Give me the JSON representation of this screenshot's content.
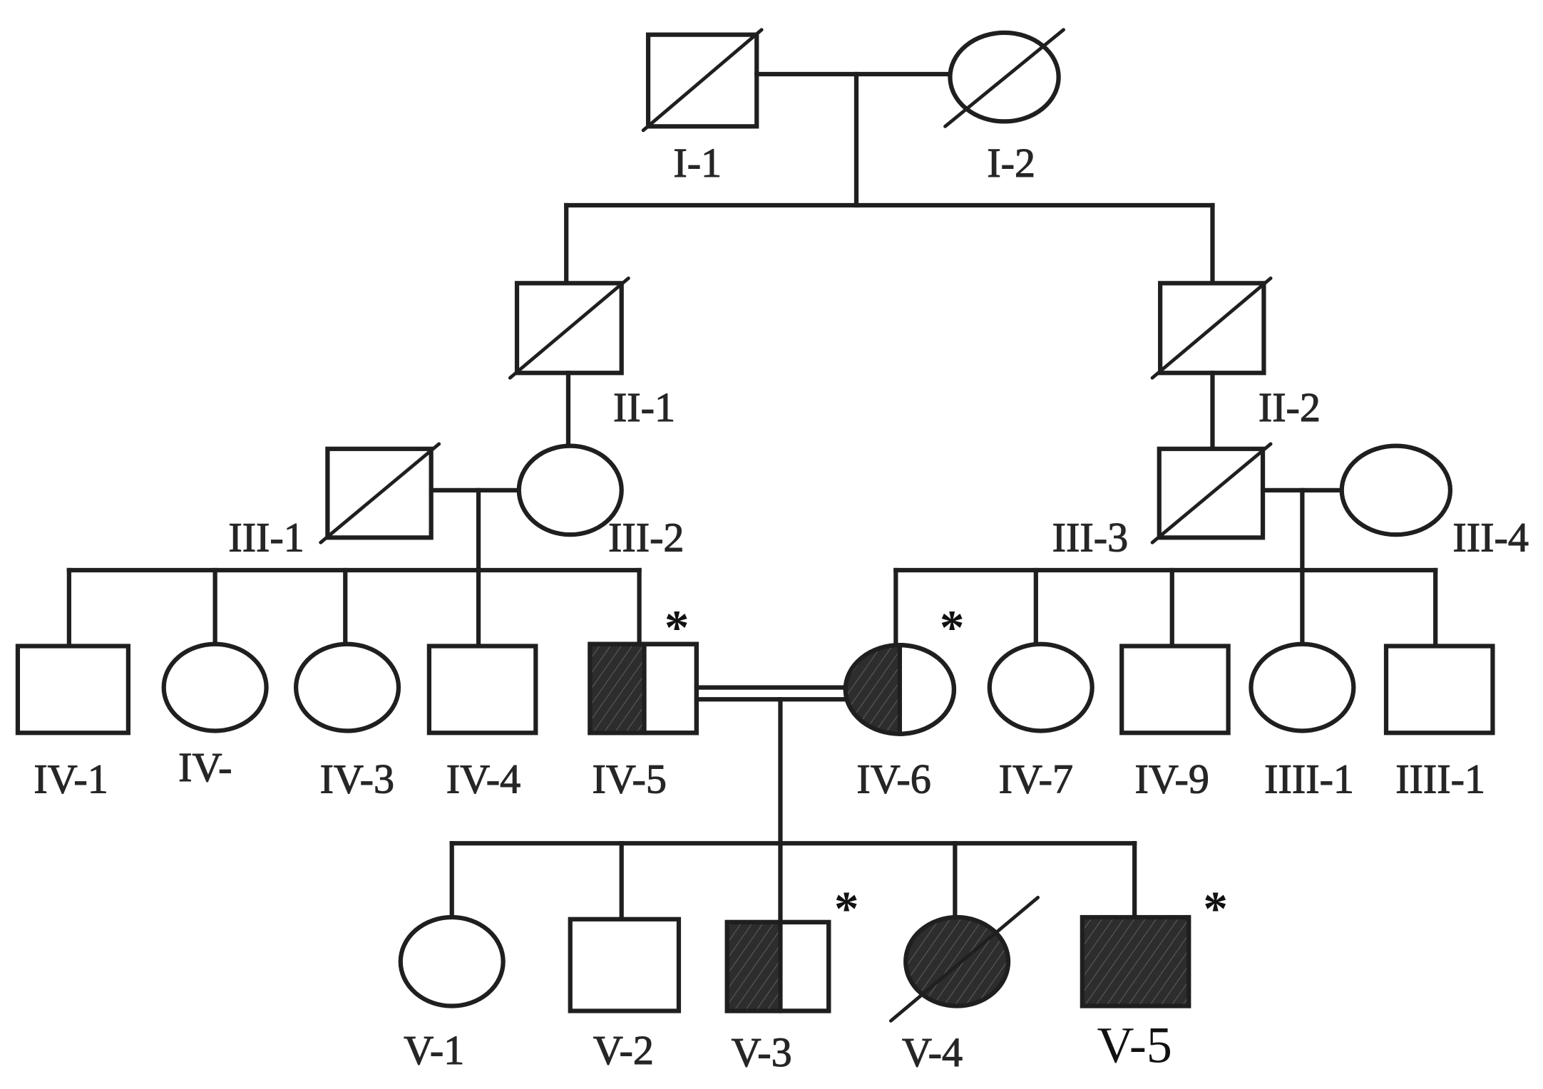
{
  "colors": {
    "line": "#1f1f1f",
    "affected_fill": "#2d2d2d",
    "affected_hatch": "#5a5a5a",
    "background": "#ffffff"
  },
  "generations": {
    "I": [
      {
        "label": "I-1"
      },
      {
        "label": "I-2"
      }
    ],
    "II": [
      {
        "label": "II-1"
      },
      {
        "label": "II-2"
      }
    ],
    "III": [
      {
        "label": "III-1"
      },
      {
        "label": "III-2"
      },
      {
        "label": "III-3"
      },
      {
        "label": "III-4"
      }
    ],
    "IV": [
      {
        "label": "IV-1"
      },
      {
        "label": "IV-"
      },
      {
        "label": "IV-3"
      },
      {
        "label": "IV-4"
      },
      {
        "label": "IV-5",
        "mark": "*"
      },
      {
        "label": "IV-6",
        "mark": "*"
      },
      {
        "label": "IV-7"
      },
      {
        "label": "IV-9"
      },
      {
        "label": "IIII-1"
      },
      {
        "label": "IIII-1"
      }
    ],
    "V": [
      {
        "label": "V-1"
      },
      {
        "label": "V-2"
      },
      {
        "label": "V-3",
        "mark": "*"
      },
      {
        "label": "V-4"
      },
      {
        "label": "V-5",
        "mark": "*"
      }
    ]
  }
}
